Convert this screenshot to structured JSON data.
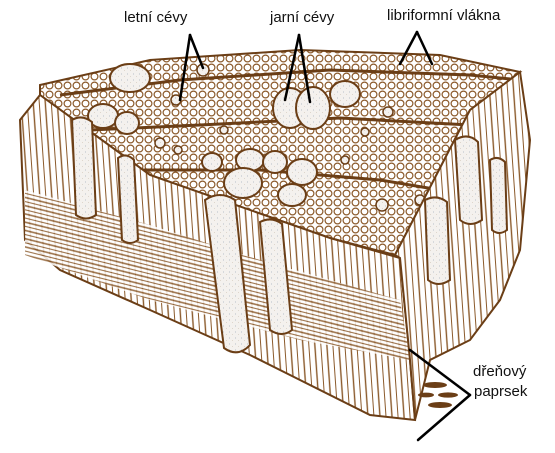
{
  "labels": {
    "letni_cevy": "letní cévy",
    "jarni_cevy": "jarní cévy",
    "libriformni_vlakna": "libriformní vlákna",
    "drenovy_line1": "dřeňový",
    "drenovy_line2": "paprsek"
  },
  "colors": {
    "wood": "#8B5A2B",
    "wood_dark": "#6B3E16",
    "wood_light": "#B07A45",
    "vessel_fill": "#F4F1EE",
    "background": "#FFFFFF",
    "leader": "#000000"
  }
}
